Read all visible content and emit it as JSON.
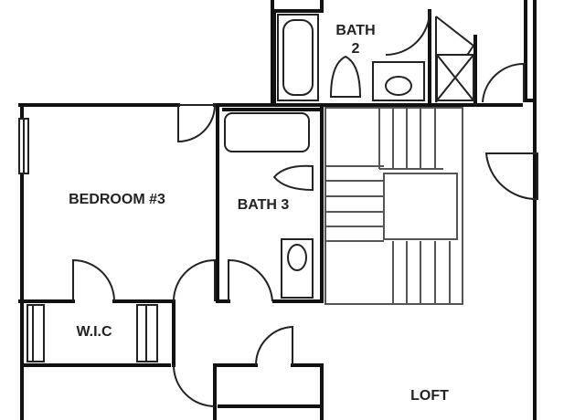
{
  "rooms": {
    "bath2_line1": "BATH",
    "bath2_line2": "2",
    "bedroom3": "BEDROOM #3",
    "bath3": "BATH 3",
    "wic": "W.I.C",
    "loft": "LOFT"
  }
}
